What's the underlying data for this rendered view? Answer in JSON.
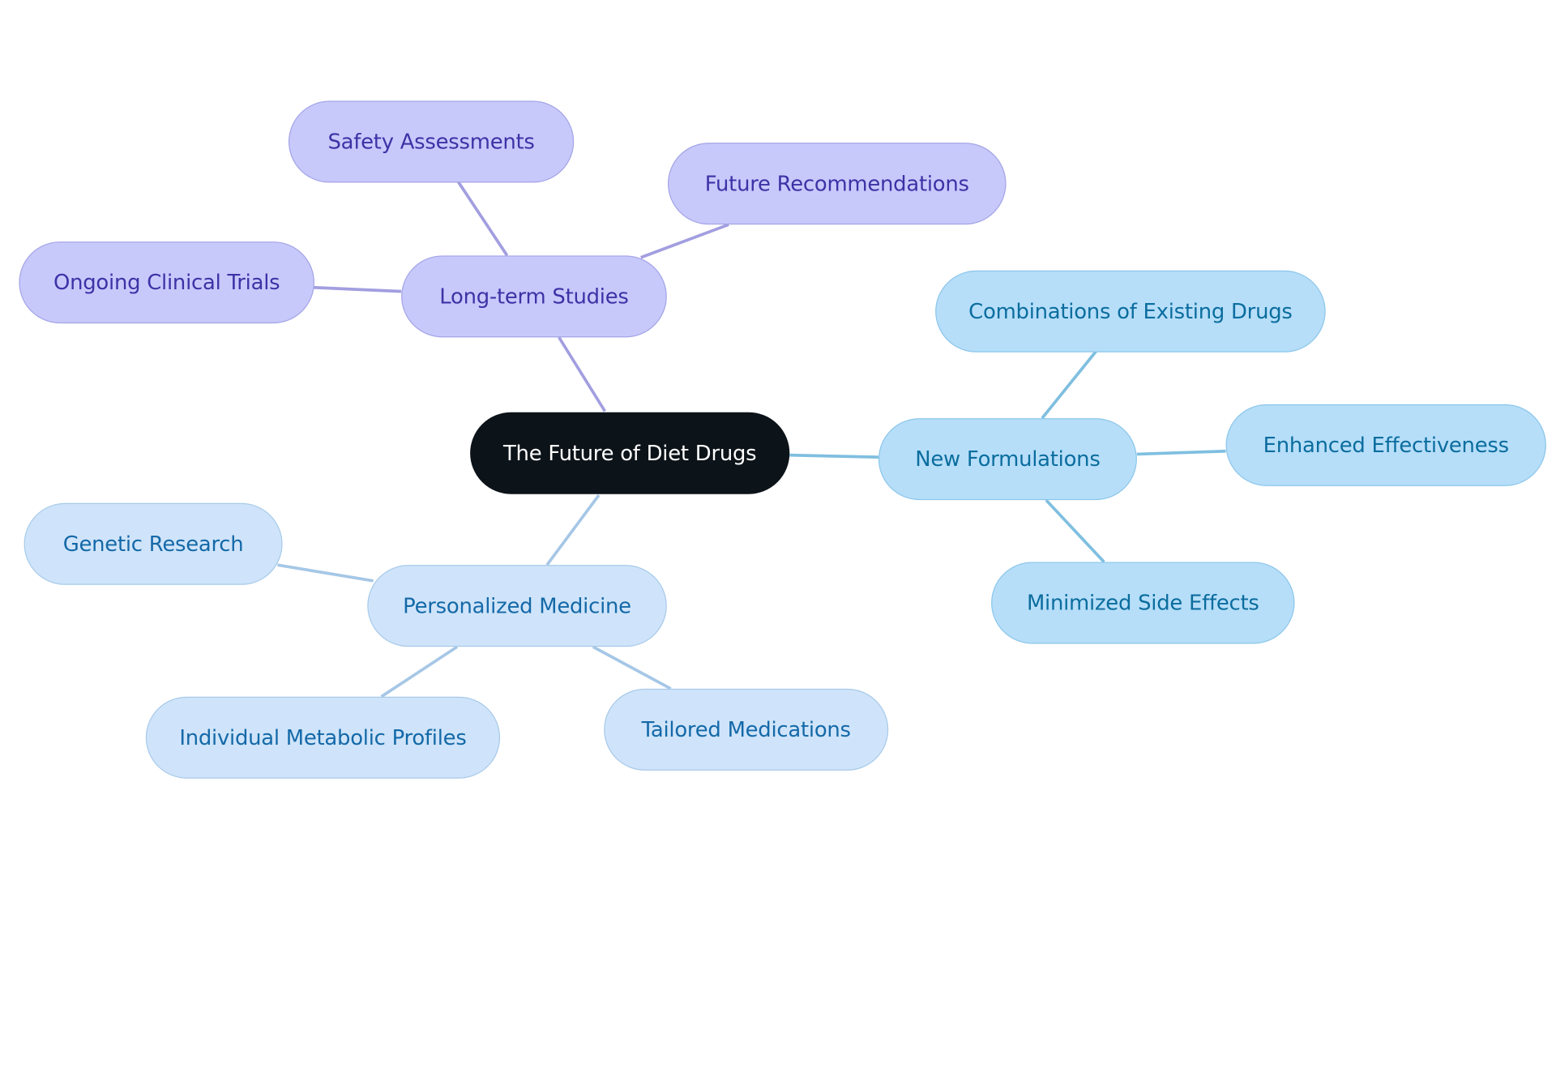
{
  "colors": {
    "root_fill": "#0c1319",
    "root_text": "#ffffff",
    "purple_fill": "#c8c9fb",
    "purple_stroke": "#a3a4e6",
    "purple_text": "#3c33a6",
    "purple_edge": "#a29ee0",
    "blue_fill": "#b6def9",
    "blue_stroke": "#8cc6ea",
    "blue_text": "#0b6d9e",
    "blue_edge": "#7fbfe0",
    "light_fill": "#cfe4fa",
    "light_stroke": "#a8caea",
    "light_text": "#1469a8",
    "light_edge": "#a6c7e6"
  },
  "root": {
    "label": "The Future of Diet Drugs"
  },
  "branches": {
    "long_term": {
      "label": "Long-term Studies",
      "children": [
        "Safety Assessments",
        "Future Recommendations",
        "Ongoing Clinical Trials"
      ]
    },
    "new_formulations": {
      "label": "New Formulations",
      "children": [
        "Combinations of Existing Drugs",
        "Enhanced Effectiveness",
        "Minimized Side Effects"
      ]
    },
    "personalized": {
      "label": "Personalized Medicine",
      "children": [
        "Genetic Research",
        "Individual Metabolic Profiles",
        "Tailored Medications"
      ]
    }
  }
}
